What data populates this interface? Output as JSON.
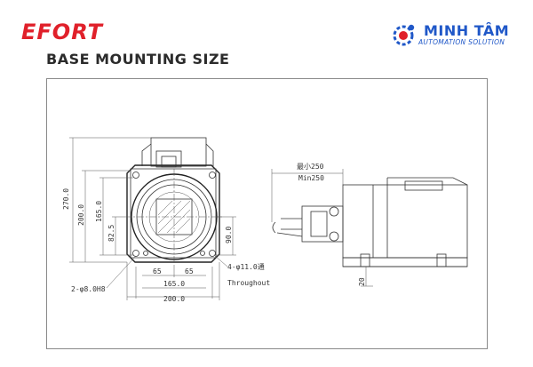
{
  "header": {
    "brand": "EFORT",
    "title": "BASE MOUNTING SIZE"
  },
  "logo": {
    "name": "MINH TÂM",
    "subtitle": "AUTOMATION SOLUTION",
    "icon": "gear-person-icon",
    "color": "#2058c8"
  },
  "drawing": {
    "front": {
      "dim_270": "270.0",
      "dim_200_v": "200.0",
      "dim_165_v": "165.0",
      "dim_82_5": "82.5",
      "dim_90": "90.0",
      "dim_65_left": "65",
      "dim_65_right": "65",
      "dim_165_h": "165.0",
      "dim_200_h": "200.0",
      "hole_left": "2-φ8.0H8",
      "hole_right": "4-φ11.0通",
      "through": "Throughout"
    },
    "side": {
      "min_cn": "最小250",
      "min_en": "Min250",
      "dim_20": "20"
    }
  },
  "colors": {
    "brand": "#e0202a",
    "line": "#333333"
  }
}
